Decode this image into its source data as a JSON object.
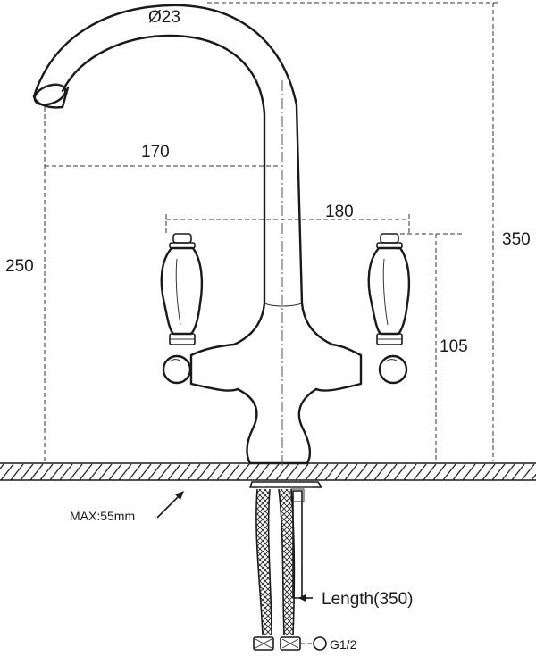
{
  "dimensions": {
    "spout_diameter": "Ø23",
    "spout_reach": "170",
    "handle_spacing": "180",
    "total_height": "350",
    "spout_height": "250",
    "handle_height": "105",
    "max_thickness": "MAX:55mm",
    "hose_length": "Length(350)",
    "connection": "G1/2"
  },
  "colors": {
    "line": "#1a1a1a",
    "background": "#ffffff"
  }
}
